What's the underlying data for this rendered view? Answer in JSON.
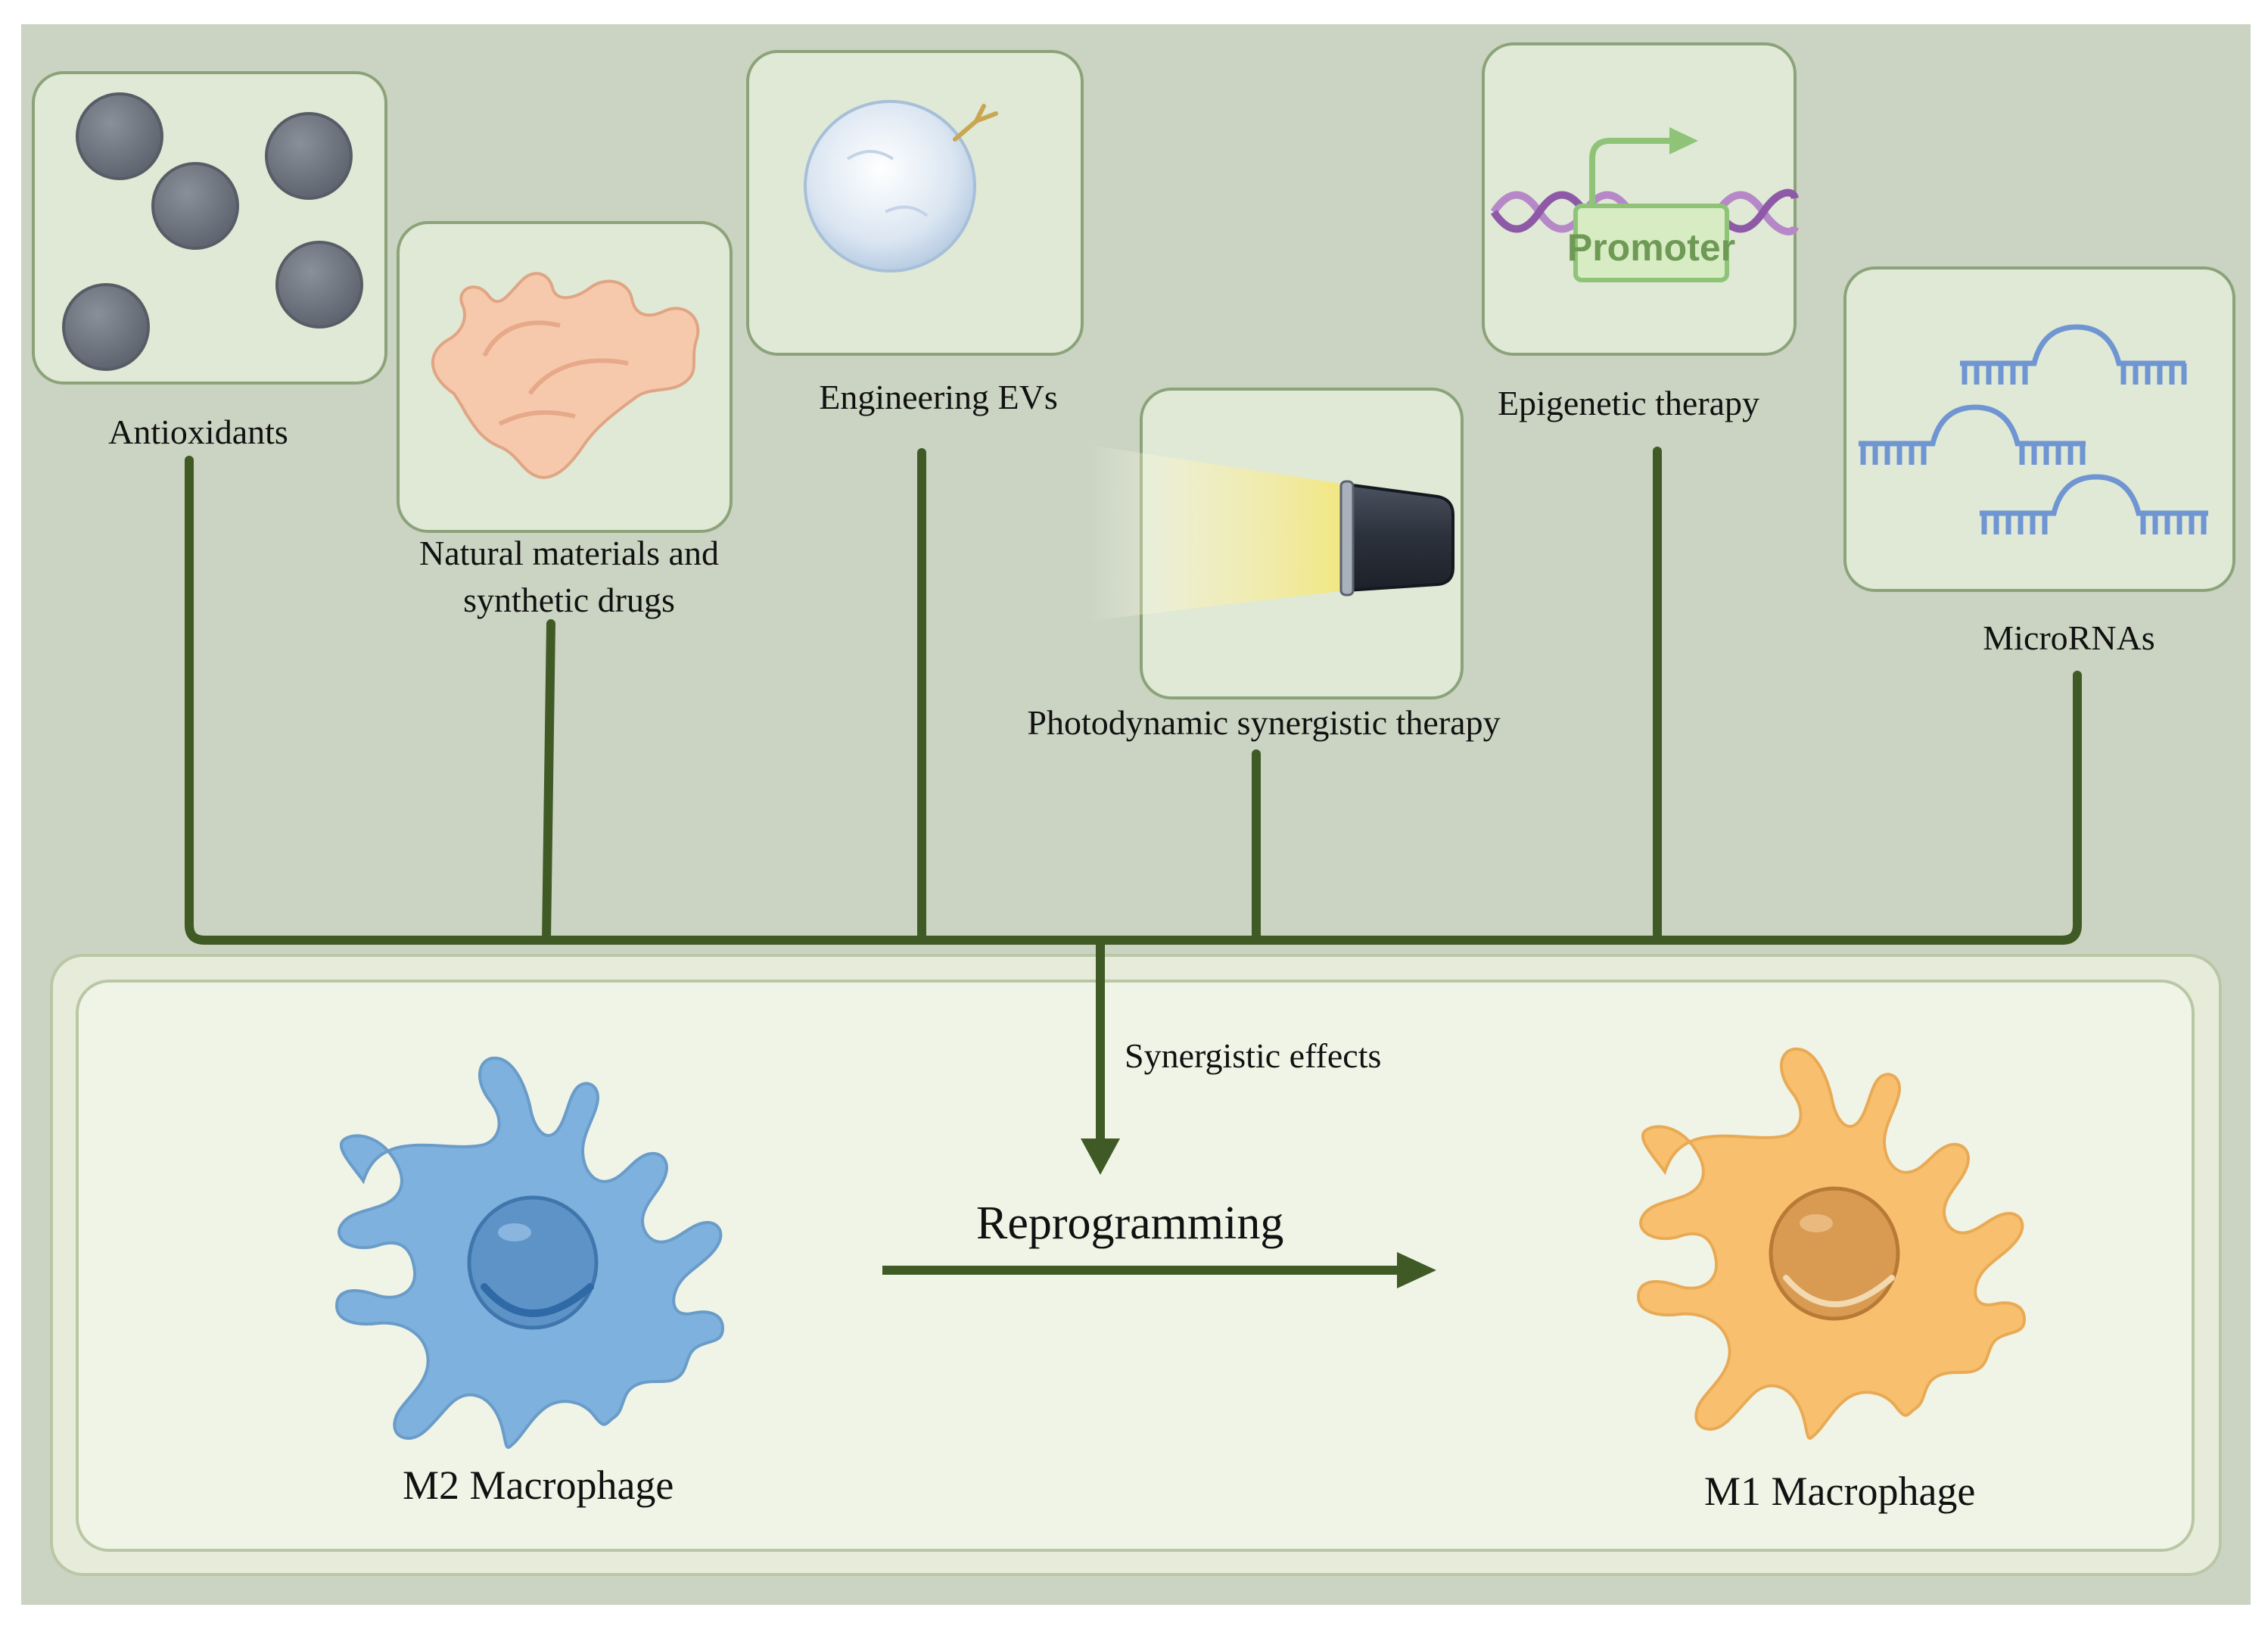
{
  "therapies": [
    {
      "label": "Antioxidants",
      "icon": "nanoparticles-icon"
    },
    {
      "label_line1": "Natural materials and",
      "label_line2": "synthetic drugs",
      "icon": "ginger-root-icon"
    },
    {
      "label": "Engineering EVs",
      "icon": "extracellular-vesicle-icon"
    },
    {
      "label": "Photodynamic synergistic therapy",
      "icon": "light-source-icon"
    },
    {
      "label": "Epigenetic therapy",
      "icon": "promoter-dna-icon",
      "promoter_text": "Promoter"
    },
    {
      "label": "MicroRNAs",
      "icon": "microrna-icon"
    }
  ],
  "effects_label": "Synergistic effects",
  "process_label": "Reprogramming",
  "cells": {
    "m2": {
      "label": "M2 Macrophage",
      "color": "#7fb1de"
    },
    "m1": {
      "label": "M1 Macrophage",
      "color": "#f8c06e"
    }
  },
  "colors": {
    "background": "#cbd4c2",
    "panel": "#dfe9d6",
    "panel_border": "#8ca37a",
    "connector": "#3f5a25",
    "bottom_outer": "#e6ecd9",
    "bottom_inner": "#f0f4e6"
  }
}
